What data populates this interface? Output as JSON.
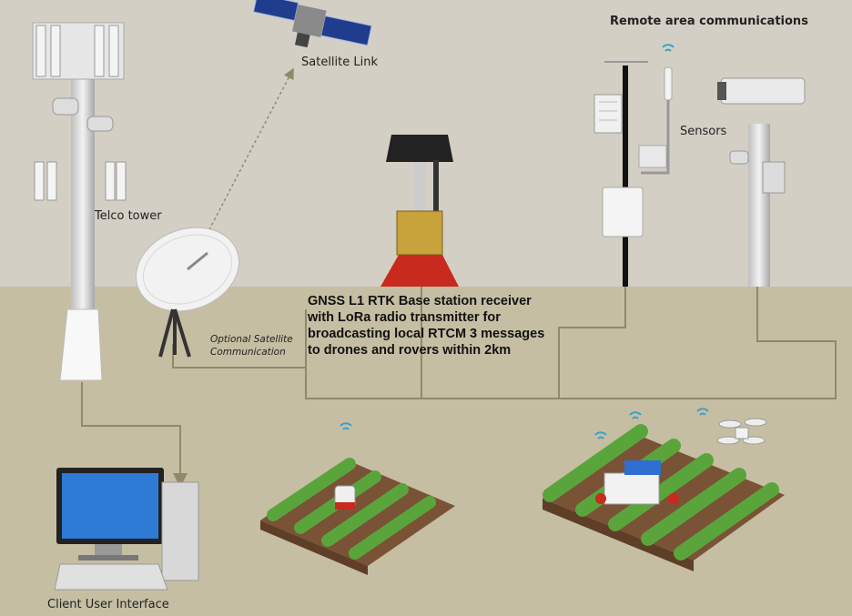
{
  "labels": {
    "telco_tower": "Telco tower",
    "satellite_link": "Satellite Link",
    "remote_area": "Remote area communications",
    "sensors": "Sensors",
    "optional_satellite": [
      "Optional Satellite",
      "Communication"
    ],
    "gnss_description": [
      "GNSS L1 RTK Base station receiver",
      "with LoRa radio transmitter for",
      "broadcasting local RTCM 3 messages",
      "to drones and rovers within 2km"
    ],
    "client_ui": "Client User Interface"
  },
  "colors": {
    "background_upper": "#d4cfc4",
    "background_lower": "#c6bea3",
    "connector_line": "#8e8a68",
    "field_soil": "#7a5236",
    "crop_green": "#5aa43c"
  },
  "icons": [
    "telco-tower-icon",
    "satellite-icon",
    "satellite-dish-icon",
    "gnss-base-station-icon",
    "weather-station-icon",
    "camera-pole-icon",
    "computer-icon",
    "crop-field-icon",
    "robot-rover-icon",
    "drone-icon",
    "wifi-icon"
  ]
}
